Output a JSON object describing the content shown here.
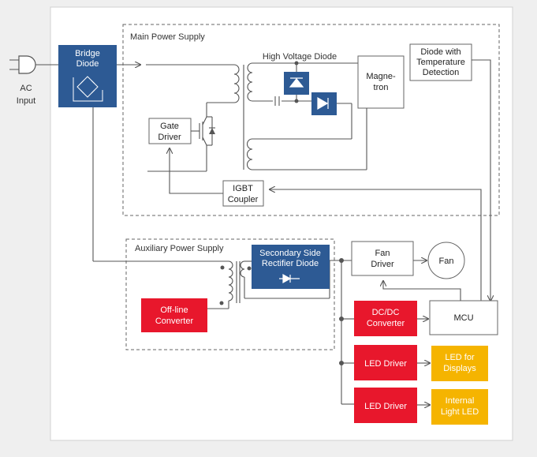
{
  "colors": {
    "blue_block": "#2d5a94",
    "red_block": "#e8172c",
    "yellow_block": "#f5b400",
    "panel": "#ffffff",
    "page_bg": "#efefef"
  },
  "input": {
    "line1": "AC",
    "line2": "Input",
    "icon": "plug-icon"
  },
  "bridge_diode": {
    "line1": "Bridge",
    "line2": "Diode",
    "icon": "bridge-rectifier-icon"
  },
  "main_power_supply": {
    "title": "Main Power Supply",
    "hv_diode_label": "High Voltage Diode",
    "magnetron": {
      "line1": "Magne-",
      "line2": "tron"
    },
    "diode_temp": {
      "line1": "Diode with",
      "line2": "Temperature",
      "line3": "Detection"
    },
    "gate_driver": {
      "line1": "Gate",
      "line2": "Driver"
    },
    "igbt_coupler": {
      "line1": "IGBT",
      "line2": "Coupler"
    }
  },
  "auxiliary_power_supply": {
    "title": "Auxiliary Power Supply",
    "secondary_rectifier": {
      "line1": "Secondary Side",
      "line2": "Rectifier Diode"
    },
    "offline_converter": {
      "line1": "Off-line",
      "line2": "Converter"
    }
  },
  "fan_driver": {
    "line1": "Fan",
    "line2": "Driver"
  },
  "fan": "Fan",
  "mcu": "MCU",
  "dcdc": {
    "line1": "DC/DC",
    "line2": "Converter"
  },
  "led_driver_1": "LED Driver",
  "led_driver_2": "LED Driver",
  "led_displays": {
    "line1": "LED for",
    "line2": "Displays"
  },
  "internal_light": {
    "line1": "Internal",
    "line2": "Light LED"
  }
}
